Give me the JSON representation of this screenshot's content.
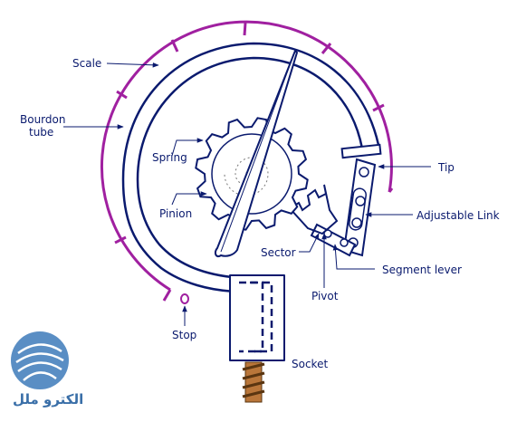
{
  "labels": {
    "scale": "Scale",
    "bourdon_line1": "Bourdon",
    "bourdon_line2": "tube",
    "spring": "Spring",
    "pinion": "Pinion",
    "tip": "Tip",
    "adjustable_link": "Adjustable Link",
    "sector": "Sector",
    "segment_lever": "Segment lever",
    "pivot": "Pivot",
    "stop": "Stop",
    "socket": "Socket"
  },
  "logo": {
    "text": "الكترو ملل"
  },
  "colors": {
    "ink": "#0a1a6e",
    "scale": "#a020a0",
    "brass": "#a0642a",
    "logo": "#3a6fa8"
  }
}
